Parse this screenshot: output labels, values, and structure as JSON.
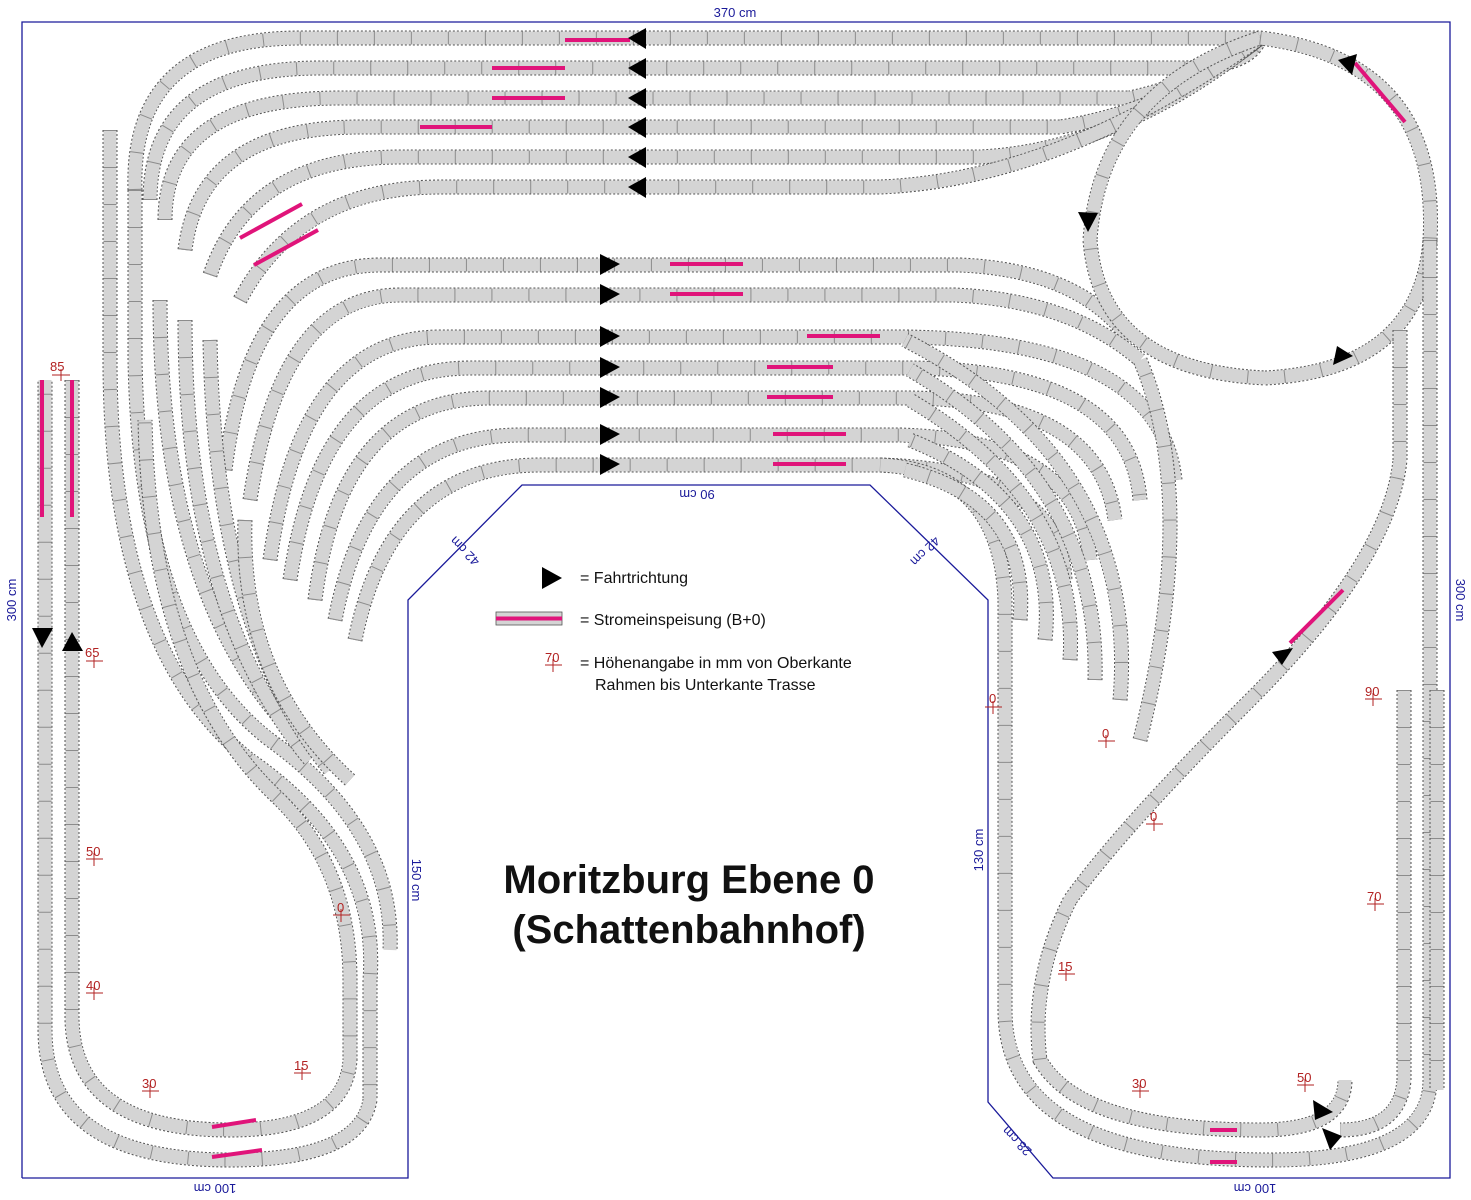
{
  "dimensions": {
    "top": "370 cm",
    "left": "300 cm",
    "right": "300 cm",
    "bottom_left": "100 cm",
    "bottom_right": "100 cm",
    "inner_top": "90 cm",
    "inner_diag_left": "42 cm",
    "inner_diag_right": "42 cm",
    "inner_left": "150 cm",
    "inner_right": "130 cm",
    "corner_diag": "28 cm"
  },
  "legend": {
    "direction": "= Fahrtrichtung",
    "feed": "= Stromeinspeisung (B+0)",
    "height_sample": "70",
    "height_line1": "= Höhenangabe in mm von Oberkante",
    "height_line2": "Rahmen bis Unterkante Trasse"
  },
  "heights": [
    "85",
    "65",
    "50",
    "40",
    "30",
    "15",
    "0",
    "0",
    "0",
    "0",
    "15",
    "30",
    "50",
    "70",
    "90"
  ],
  "title": {
    "line1": "Moritzburg Ebene 0",
    "line2": "(Schattenbahnhof)"
  },
  "colors": {
    "track_fill": "#d4d4d4",
    "track_edge": "#555555",
    "feed": "#e0147a",
    "dimension": "#1a1a9a",
    "height_marker": "#b22222",
    "arrow": "#000000"
  }
}
